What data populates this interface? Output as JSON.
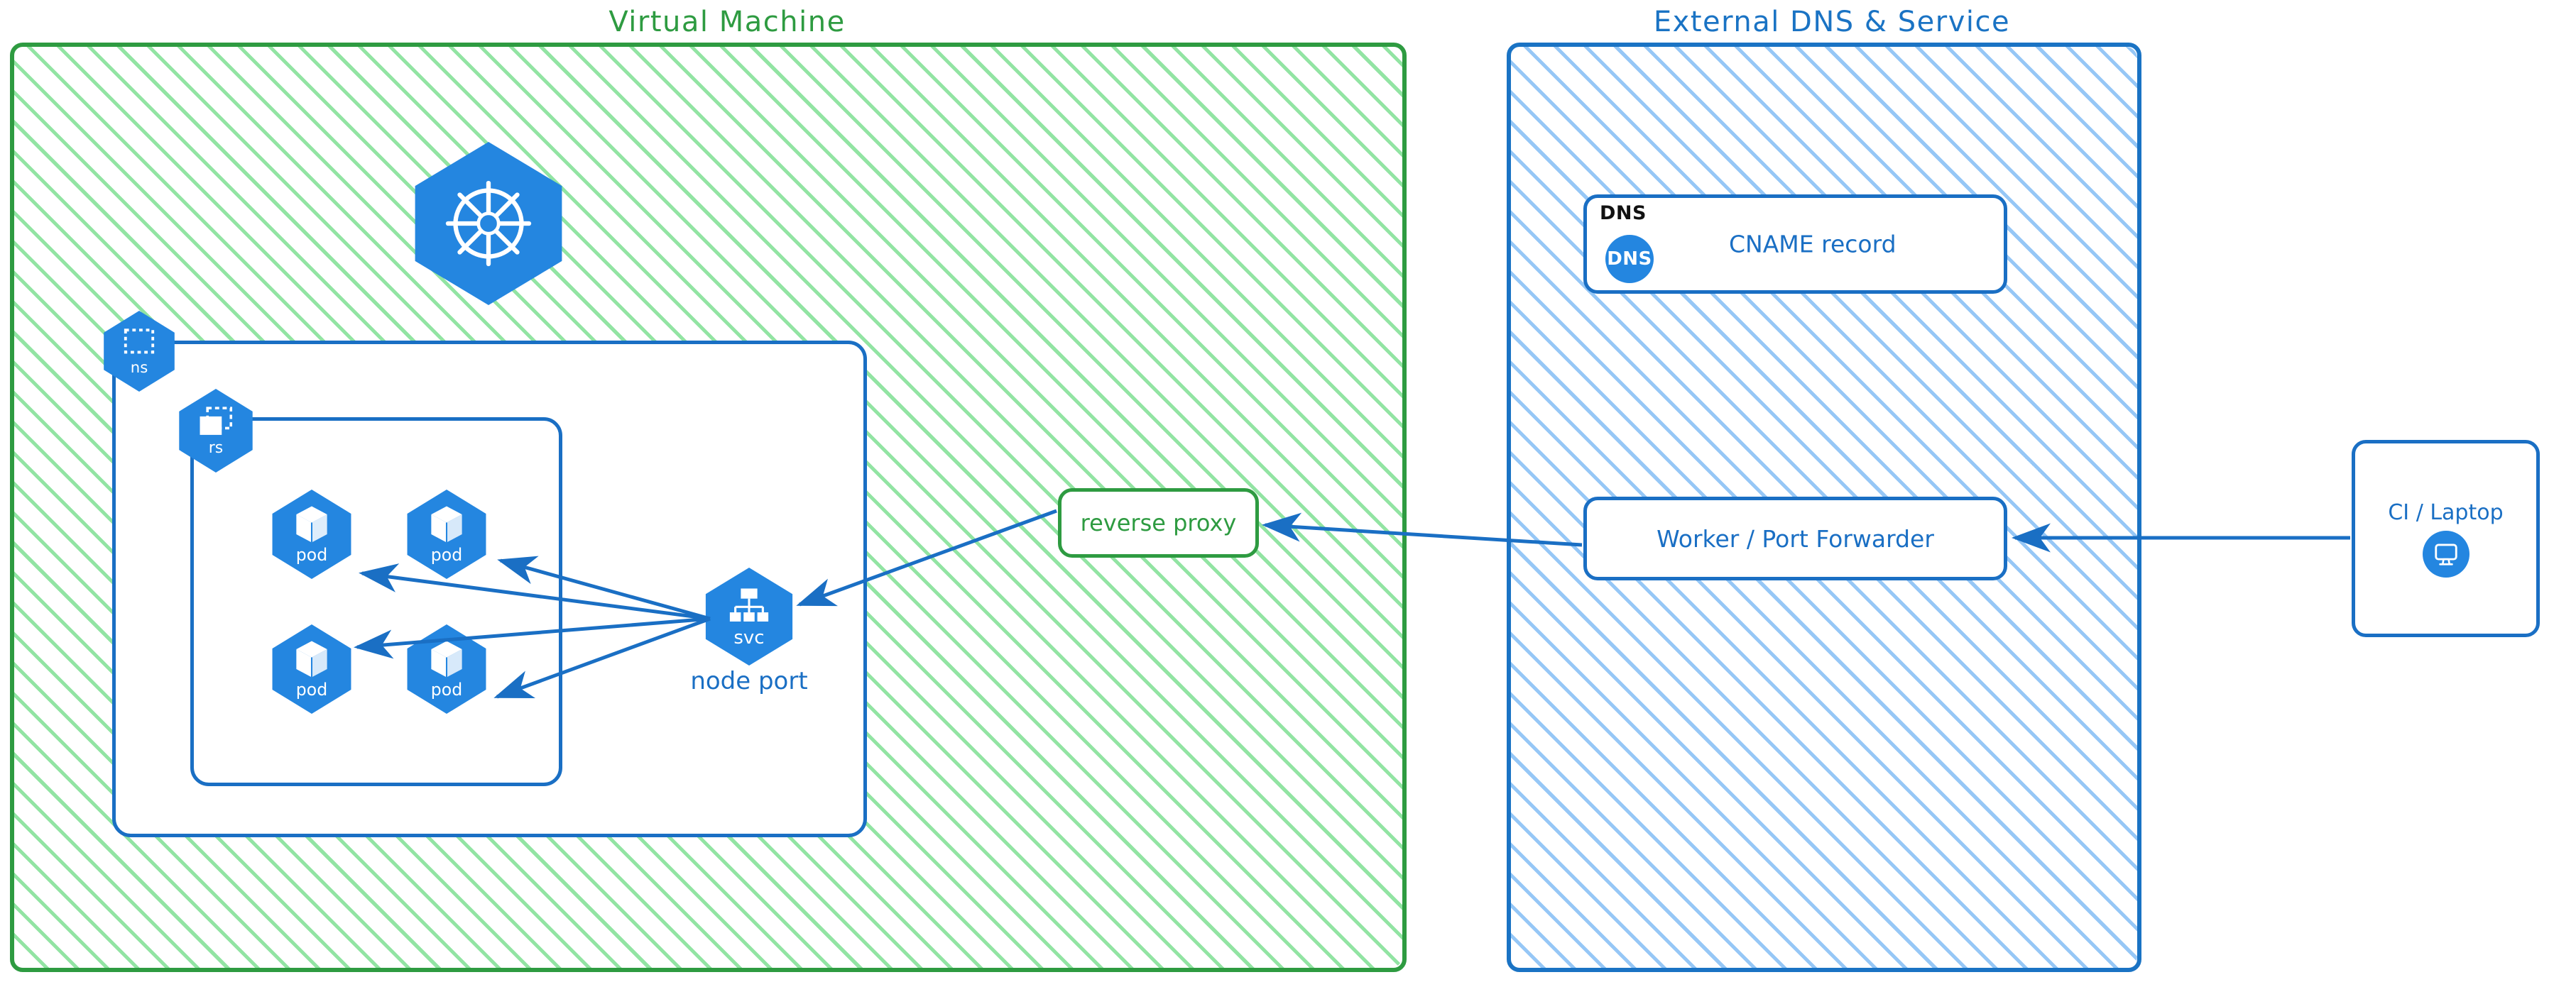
{
  "diagram": {
    "title_left": "Virtual Machine",
    "title_right": "External DNS & Service",
    "accent_green": "#2E9B41",
    "accent_blue": "#1A6FC4",
    "k8s_blue": "#2486E0",
    "hatch_green": "#8CE29E",
    "hatch_blue": "#90C4F5"
  },
  "vm": {
    "label": "Virtual Machine",
    "k8s_logo_name": "kubernetes-logo",
    "namespace": {
      "badge": "ns",
      "icon": "namespace-dashed-square-icon"
    },
    "replicaset": {
      "badge": "rs",
      "icon": "replicaset-stacked-squares-icon"
    },
    "pods": [
      {
        "badge": "pod",
        "icon": "pod-cube-icon"
      },
      {
        "badge": "pod",
        "icon": "pod-cube-icon"
      },
      {
        "badge": "pod",
        "icon": "pod-cube-icon"
      },
      {
        "badge": "pod",
        "icon": "pod-cube-icon"
      }
    ],
    "service": {
      "badge": "svc",
      "icon": "service-tree-icon",
      "caption": "node port"
    },
    "reverse_proxy": {
      "label": "reverse proxy"
    }
  },
  "external": {
    "label": "External DNS & Service",
    "dns_box": {
      "tag": "DNS",
      "circle_label": "DNS",
      "record": "CNAME record",
      "icon": "dns-circle-icon"
    },
    "worker_box": {
      "label": "Worker / Port Forwarder"
    }
  },
  "client": {
    "label": "CI / Laptop",
    "icon": "desktop-monitor-icon"
  },
  "flows": [
    {
      "from": "CI / Laptop",
      "to": "Worker / Port Forwarder"
    },
    {
      "from": "Worker / Port Forwarder",
      "to": "reverse proxy"
    },
    {
      "from": "reverse proxy",
      "to": "svc"
    },
    {
      "from": "svc",
      "to": "pod"
    },
    {
      "from": "svc",
      "to": "pod"
    },
    {
      "from": "svc",
      "to": "pod"
    },
    {
      "from": "svc",
      "to": "pod"
    }
  ]
}
